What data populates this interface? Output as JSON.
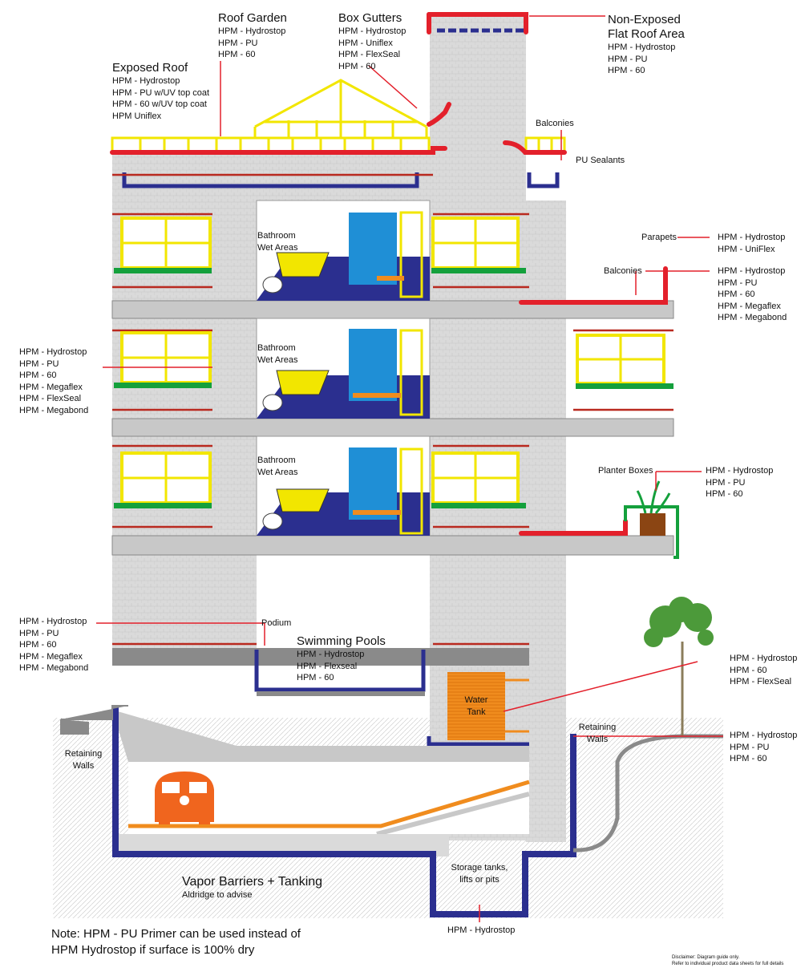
{
  "callouts": {
    "roof_garden": {
      "title": "Roof Garden",
      "items": [
        "HPM - Hydrostop",
        "HPM - PU",
        "HPM - 60"
      ]
    },
    "box_gutters": {
      "title": "Box Gutters",
      "items": [
        "HPM - Hydrostop",
        "HPM - Uniflex",
        "HPM - FlexSeal",
        "HPM - 60"
      ]
    },
    "non_exposed_roof": {
      "title_line1": "Non-Exposed",
      "title_line2": "Flat Roof Area",
      "items": [
        "HPM - Hydrostop",
        "HPM - PU",
        "HPM - 60"
      ]
    },
    "exposed_roof": {
      "title": "Exposed Roof",
      "items": [
        "HPM - Hydrostop",
        "HPM - PU w/UV top coat",
        "HPM - 60 w/UV top coat",
        "HPM Uniflex"
      ]
    },
    "balconies_top": {
      "label": "Balconies"
    },
    "pu_sealants": {
      "label": "PU Sealants"
    },
    "parapets": {
      "label": "Parapets",
      "items": [
        "HPM - Hydrostop",
        "HPM - UniFlex"
      ]
    },
    "balconies_side": {
      "label": "Balconies",
      "items": [
        "HPM - Hydrostop",
        "HPM - PU",
        "HPM - 60",
        "HPM - Megaflex",
        "HPM - Megabond"
      ]
    },
    "bathroom": {
      "line1": "Bathroom",
      "line2": "Wet Areas"
    },
    "wall_left": {
      "items": [
        "HPM - Hydrostop",
        "HPM - PU",
        "HPM - 60",
        "HPM - Megaflex",
        "HPM - FlexSeal",
        "HPM - Megabond"
      ]
    },
    "planter_boxes": {
      "label": "Planter Boxes",
      "items": [
        "HPM - Hydrostop",
        "HPM - PU",
        "HPM - 60"
      ]
    },
    "podium": {
      "label": "Podium"
    },
    "podium_left": {
      "items": [
        "HPM - Hydrostop",
        "HPM - PU",
        "HPM - 60",
        "HPM - Megaflex",
        "HPM - Megabond"
      ]
    },
    "swimming_pools": {
      "title": "Swimming Pools",
      "items": [
        "HPM - Hydrostop",
        "HPM - Flexseal",
        "HPM - 60"
      ]
    },
    "water_tank": {
      "line1": "Water",
      "line2": "Tank"
    },
    "tank_right": {
      "items": [
        "HPM - Hydrostop",
        "HPM - 60",
        "HPM - FlexSeal"
      ]
    },
    "retaining_walls_right": {
      "line1": "Retaining",
      "line2": "Walls",
      "items": [
        "HPM - Hydrostop",
        "HPM - PU",
        "HPM - 60"
      ]
    },
    "retaining_walls_left": {
      "line1": "Retaining",
      "line2": "Walls"
    },
    "vapor": {
      "title": "Vapor Barriers + Tanking",
      "sub": "Aldridge to advise"
    },
    "storage": {
      "line1": "Storage tanks,",
      "line2": "lifts or pits",
      "item": "HPM - Hydrostop"
    }
  },
  "note": {
    "line1": "Note: HPM - PU Primer can be used instead of",
    "line2": "HPM Hydrostop if surface is 100% dry"
  },
  "disclaimer": {
    "line1": "Disclaimer: Diagram guide only.",
    "line2": "Refer to individual product data sheets for full details"
  },
  "colors": {
    "membrane_red": "#e3202b",
    "drain_blue": "#2b2f8f",
    "wet_blue": "#1f8fd6",
    "window_yellow": "#f2e600",
    "sill_green": "#14a03c",
    "tank_orange": "#f08c1e",
    "slab_grey": "#c8c8c8"
  }
}
